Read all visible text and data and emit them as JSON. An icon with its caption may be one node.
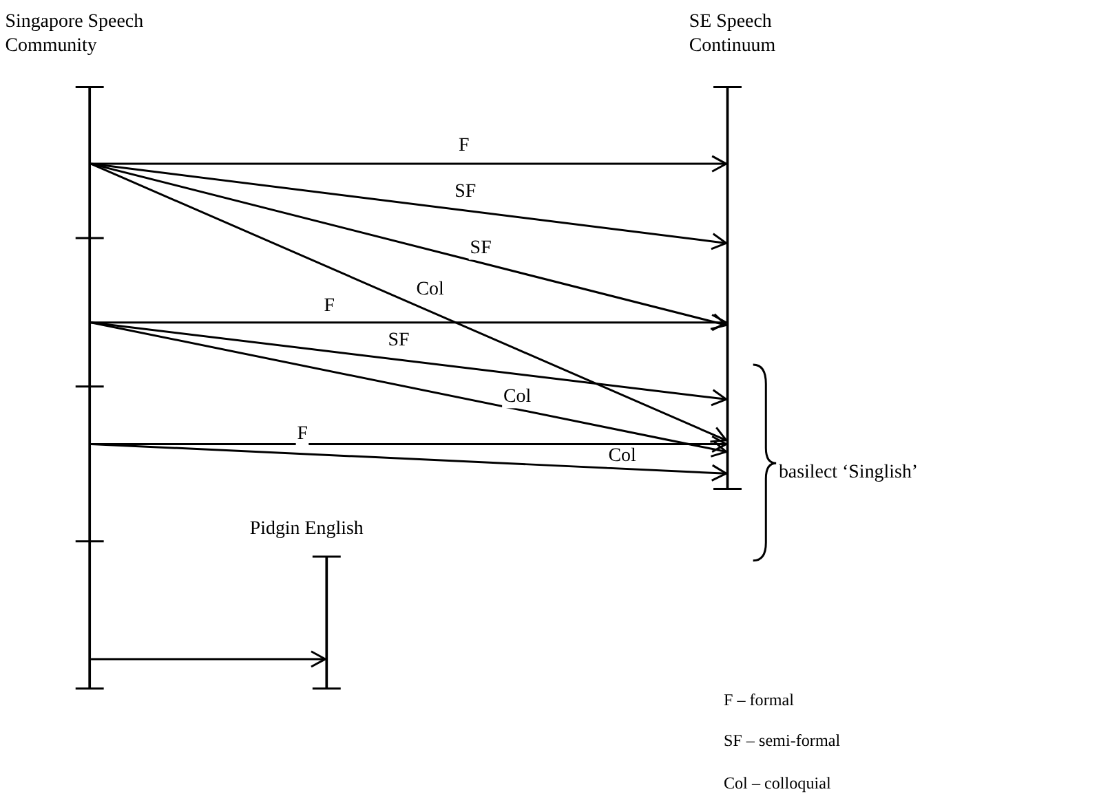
{
  "diagram": {
    "nodes": [
      {
        "text": [
          "Singapore Speech Community"
        ]
      },
      {
        "text": [
          "SE Speech Continuum"
        ]
      },
      {
        "text": [
          "Pidgin English"
        ]
      }
    ],
    "edges": [
      {
        "from": 0,
        "to": 1,
        "arrow": "to",
        "label": "F"
      },
      {
        "from": 0,
        "to": 1,
        "arrow": "to",
        "label": "SF"
      },
      {
        "from": 0,
        "to": 1,
        "arrow": "to",
        "label": "SF"
      },
      {
        "from": 0,
        "to": 1,
        "arrow": "to",
        "label": "Col"
      },
      {
        "from": 0,
        "to": 1,
        "arrow": "to",
        "label": "F"
      },
      {
        "from": 0,
        "to": 1,
        "arrow": "to",
        "label": "SF"
      },
      {
        "from": 0,
        "to": 1,
        "arrow": "to",
        "label": "Col"
      },
      {
        "from": 0,
        "to": 1,
        "arrow": "to",
        "label": "F"
      },
      {
        "from": 0,
        "to": 1,
        "arrow": "to",
        "label": "Col"
      },
      {
        "from": 0,
        "to": 2,
        "arrow": "to"
      }
    ],
    "labels": [
      "basilect ‘Singlish’",
      "F – formal",
      "SF – semi-formal",
      "Col – colloquial"
    ]
  }
}
